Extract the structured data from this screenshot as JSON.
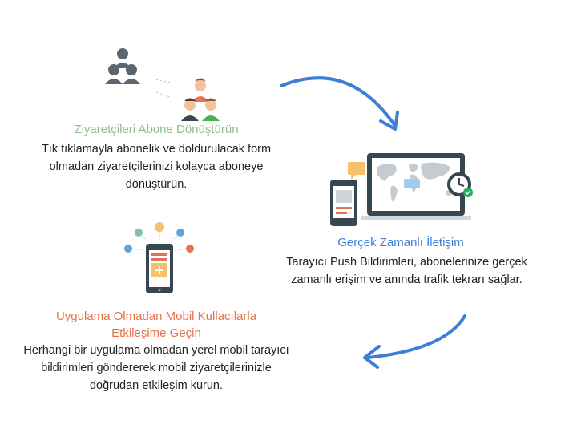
{
  "sections": [
    {
      "title": "Ziyaretçileri Abone Dönüştürün",
      "desc_lines": [
        "Tık tıklamayla abonelik ve doldurulacak form",
        "olmadan ziyaretçilerinizi kolayca aboneye",
        "dönüştürün."
      ]
    },
    {
      "title": "Gerçek Zamanlı İletişim",
      "desc_lines": [
        "Tarayıcı Push Bildirimleri, abonelerinize gerçek",
        "zamanlı erişim ve anında trafik tekrarı sağlar."
      ]
    },
    {
      "title_lines": [
        "Uygulama Olmadan Mobil Kullacılarla",
        "Etkileşime Geçin"
      ],
      "desc_lines": [
        "Herhangi bir uygulama olmadan yerel mobil tarayıcı",
        "bildirimleri göndererek mobil ziyaretçilerinizle",
        "doğrudan etkileşim kurun."
      ]
    }
  ],
  "colors": {
    "green_title": "#8fbf8c",
    "blue_title": "#3d7fd6",
    "orange_title": "#e4724f",
    "arrow": "#3d7fd6"
  },
  "icons": [
    "visitors-group-icon",
    "subscribers-icon",
    "laptop-world-map-icon",
    "phone-icon",
    "clock-icon",
    "mobile-apps-icon"
  ]
}
